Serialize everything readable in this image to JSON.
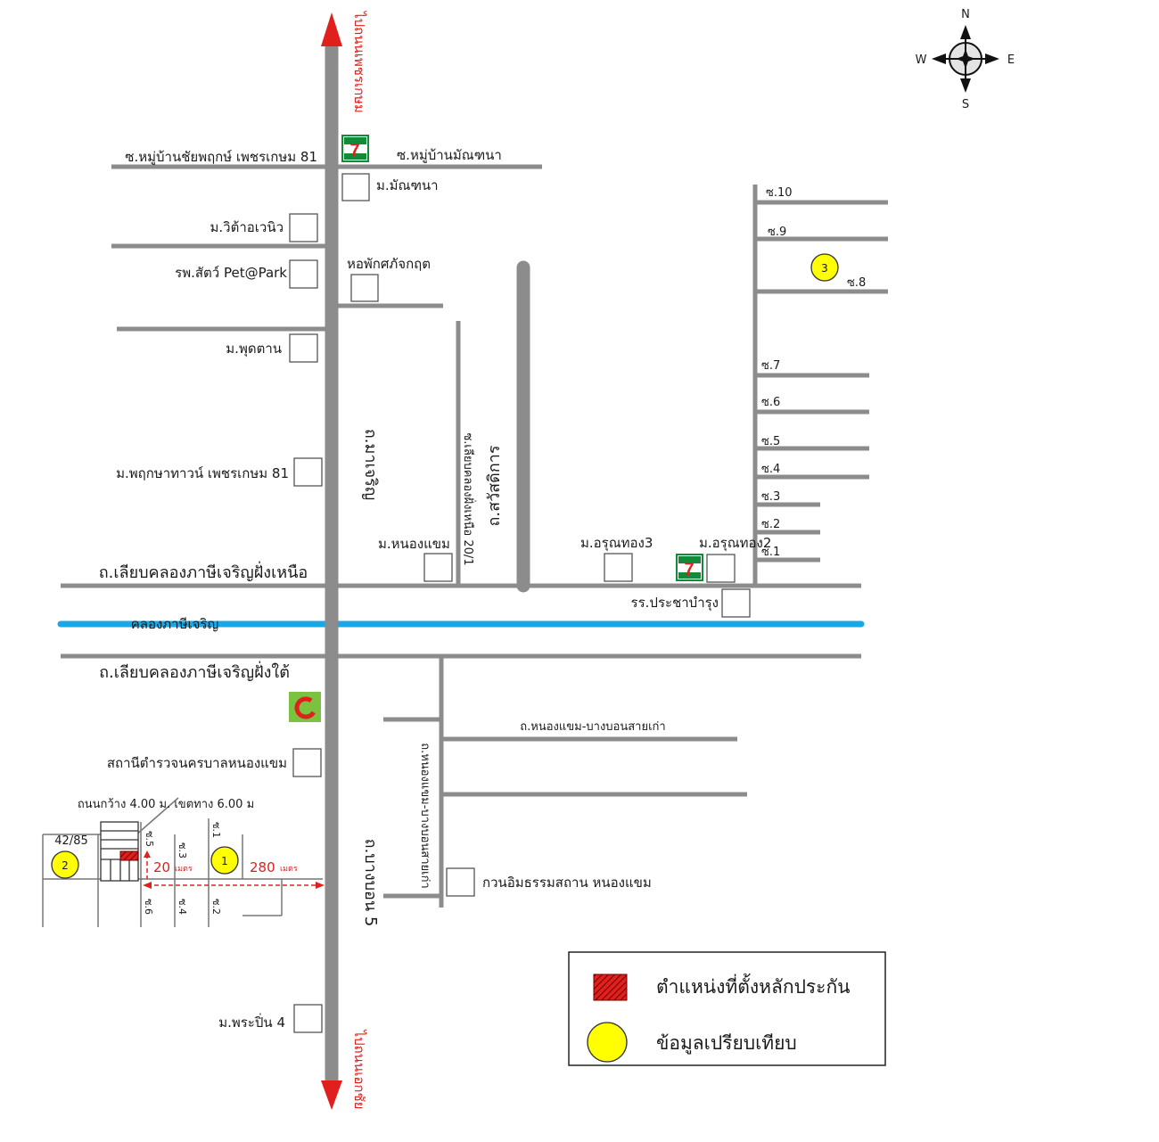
{
  "compass": {
    "n": "N",
    "s": "S",
    "e": "E",
    "w": "W"
  },
  "main_roads": {
    "macharoen": "ถ.มาเจริญ",
    "bangbon5": "ถ.บางบอน 5",
    "sawatdikan": "ถ.สวัสดิการ",
    "north_bank": "ถ.เลียบคลองภาษีเจริญฝั่งเหนือ",
    "south_bank": "ถ.เลียบคลองภาษีเจริญฝั่งใต้",
    "canal": "คลองภาษีเจริญ",
    "soi_nongkhaem_north": "ซ.เลียบคลองฝั่งเหนือ 20/1",
    "old_road_vertical": "ถ.หนองแขม-บางบอนสายเก่า",
    "old_road_horizontal": "ถ.หนองแขม-บางบอนสายเก่า",
    "to_north": "ไปถนนเพชรเกษม",
    "to_south": "ไปถนนเอกชัย"
  },
  "places": {
    "soi_chaiyaphruek": "ซ.หมู่บ้านชัยพฤกษ์ เพชรเกษม 81",
    "soi_monthana": "ซ.หมู่บ้านมัณฑนา",
    "monthana": "ม.มัณฑนา",
    "vista": "ม.วิต้าอเวนิว",
    "petpark": "รพ.สัตว์ Pet@Park",
    "dorm": "หอพักศภัจกฤต",
    "phutan": "ม.พุดตาน",
    "phruksa": "ม.พฤกษาทาวน์ เพชรเกษม 81",
    "nongkhaem_vil": "ม.หนองแขม",
    "arunthong3": "ม.อรุณทอง3",
    "arunthong2": "ม.อรุณทอง2",
    "school": "รร.ประชาบำรุง",
    "police": "สถานีตำรวจนครบาลหนองแขม",
    "shrine": "กวนอิมธรรมสถาน หนองแขม",
    "phraepin": "ม.พระปิ่น 4"
  },
  "sois_right": [
    "ซ.10",
    "ซ.9",
    "ซ.8",
    "ซ.7",
    "ซ.6",
    "ซ.5",
    "ซ.4",
    "ซ.3",
    "ซ.2",
    "ซ.1"
  ],
  "sois_left": [
    "ซ.5",
    "ซ.3",
    "ซ.1",
    "ซ.6",
    "ซ.4",
    "ซ.2"
  ],
  "detail": {
    "road_width": "ถนนกว้าง 4.00 ม. เขตทาง 6.00 ม",
    "house_no": "42/85",
    "dist1_value": "20",
    "dist1_unit": "เมตร",
    "dist2_value": "280",
    "dist2_unit": "เมตร"
  },
  "markers": [
    "1",
    "2",
    "3"
  ],
  "legend": {
    "property": "ตำแหน่งที่ตั้งหลักประกัน",
    "comparable": "ข้อมูลเปรียบเทียบ"
  },
  "colors": {
    "road": "#8c8c8c",
    "canal": "#1aa7e6",
    "arrow": "#e0201c",
    "marker": "#ffff00",
    "text": "#1a1a1a"
  },
  "icons": [
    "7-eleven-icon",
    "big-c-icon",
    "compass-icon"
  ]
}
